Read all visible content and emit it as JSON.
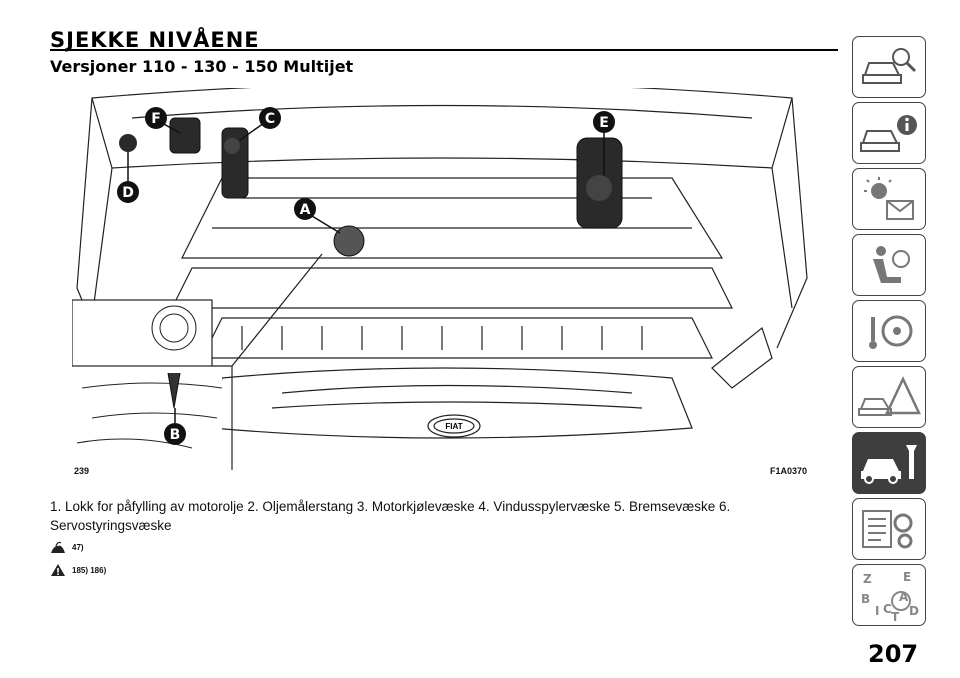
{
  "header": {
    "title": "SJEKKE NIVÅENE",
    "subtitle": "Versjoner 110 - 130 - 150 Multijet"
  },
  "figure": {
    "labels": [
      "A",
      "B",
      "C",
      "D",
      "E",
      "F"
    ],
    "number": "239",
    "code": "F1A0370",
    "badge": "FIAT"
  },
  "caption": "1. Lokk for påfylling av motorolje 2. Oljemålerstang 3. Motorkjølevæske 4. Vindusspylervæske 5. Bremsevæske 6. Servostyringsvæske",
  "warnings": [
    {
      "icon": "environment-warning-icon",
      "refs": "47)"
    },
    {
      "icon": "caution-triangle-icon",
      "refs": "185) 186)"
    }
  ],
  "side_tabs": [
    {
      "icon": "car-search-icon"
    },
    {
      "icon": "car-info-icon"
    },
    {
      "icon": "warning-lights-icon"
    },
    {
      "icon": "seat-airbag-icon"
    },
    {
      "icon": "steering-key-icon"
    },
    {
      "icon": "breakdown-triangle-icon"
    },
    {
      "icon": "car-wrench-icon",
      "active": true
    },
    {
      "icon": "specs-gear-icon"
    },
    {
      "icon": "alphabet-index-icon"
    }
  ],
  "page_number": "207",
  "colors": {
    "ink": "#111111",
    "tab_active": "#3e3e3e",
    "tab_border": "#444444"
  }
}
